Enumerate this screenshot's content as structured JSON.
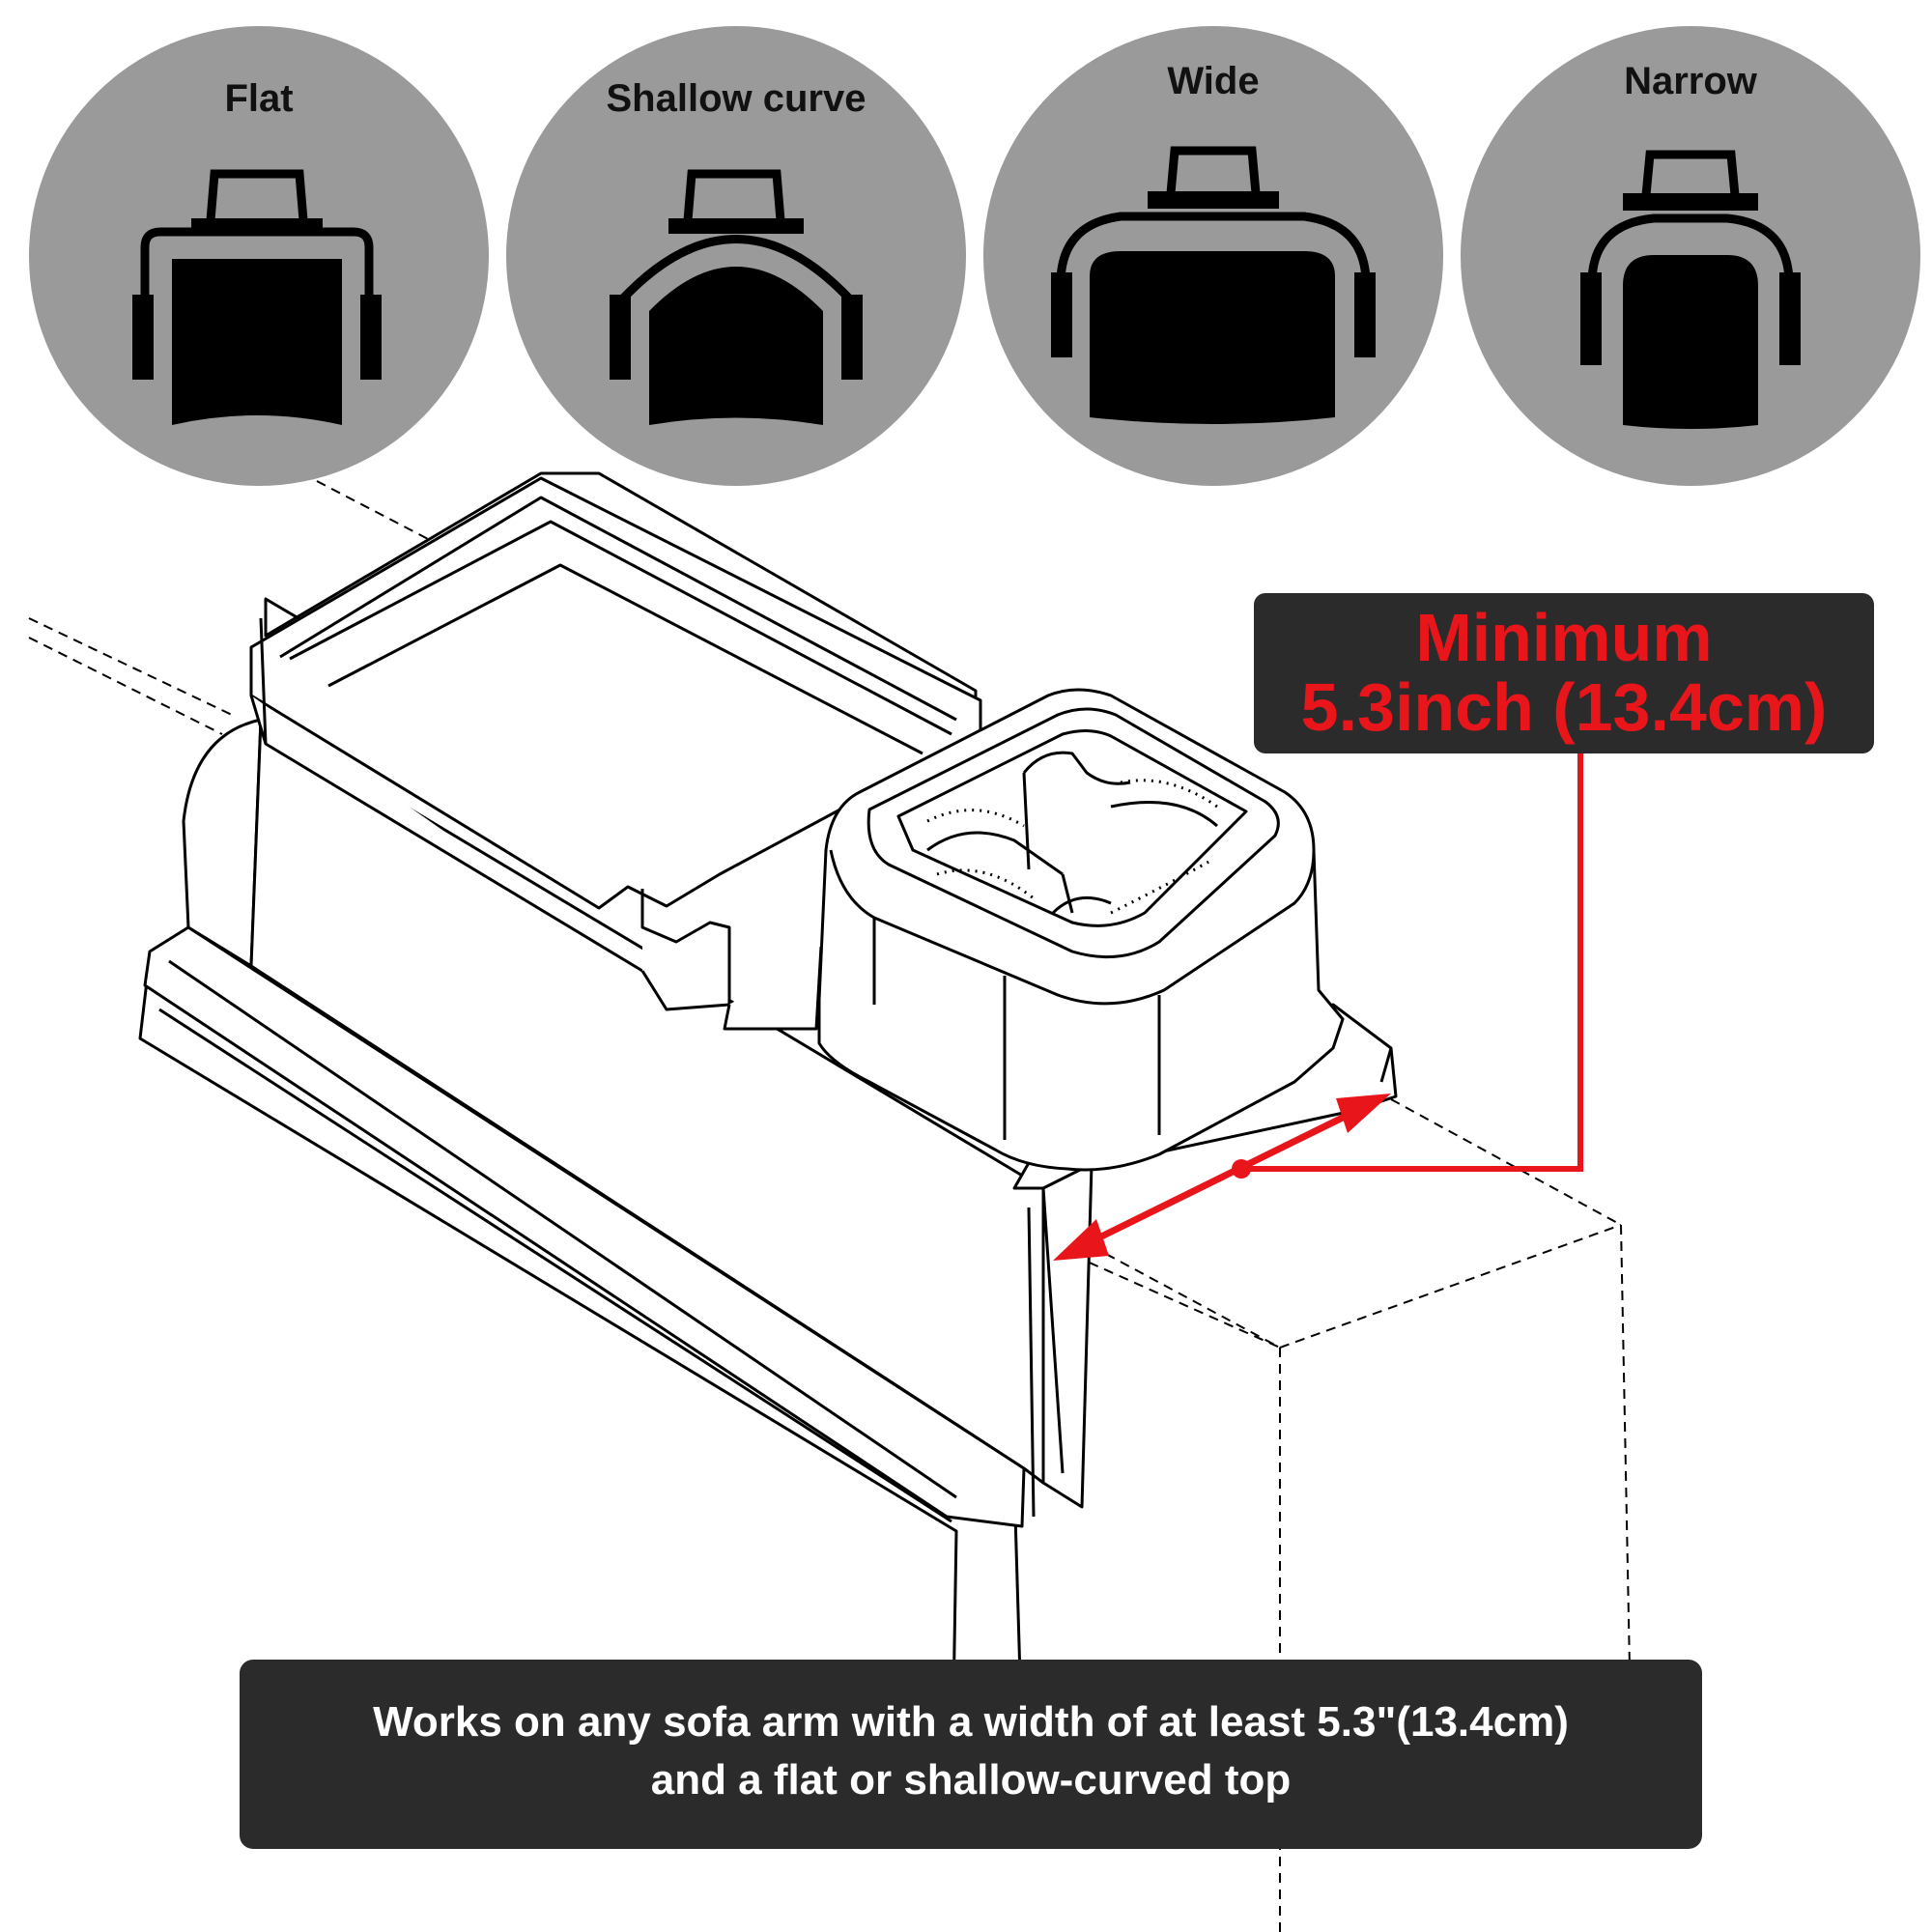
{
  "profiles": [
    {
      "label": "Flat"
    },
    {
      "label": "Shallow curve"
    },
    {
      "label": "Wide"
    },
    {
      "label": "Narrow"
    }
  ],
  "callout": {
    "line1": "Minimum",
    "line2": "5.3inch (13.4cm)"
  },
  "caption": {
    "line1": "Works on any sofa arm with a width of at least 5.3\"(13.4cm)",
    "line2": "and a flat or shallow-curved top"
  },
  "colors": {
    "circle": "#9a9a9a",
    "box": "#2b2b2b",
    "accent": "#e8161b"
  }
}
